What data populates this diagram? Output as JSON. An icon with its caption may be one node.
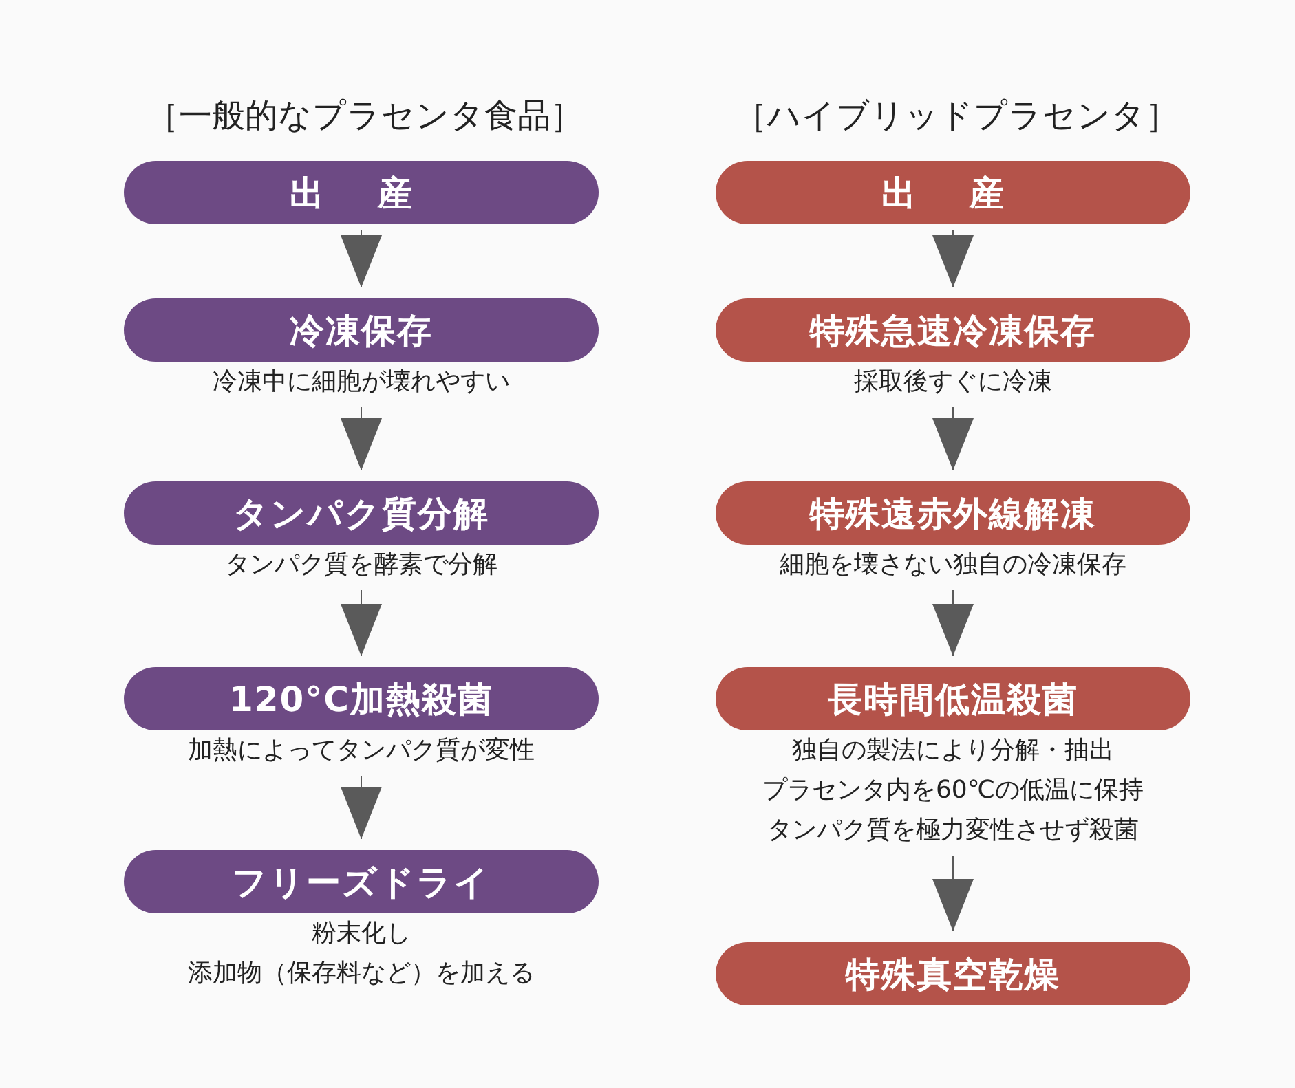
{
  "diagram": {
    "nodes": [
      {
        "text": [
          "出 産"
        ]
      },
      {
        "text": [
          "冷凍保存"
        ],
        "beside": [
          "冷凍中に細胞が壊れやすい"
        ]
      },
      {
        "text": [
          "タンパク質分解"
        ],
        "beside": [
          "タンパク質を酵素で分解"
        ]
      },
      {
        "text": [
          "120°C加熱殺菌"
        ],
        "beside": [
          "加熱によってタンパク質が変性"
        ]
      },
      {
        "text": [
          "フリーズドライ"
        ],
        "beside": [
          "粉末化し",
          "添加物（保存料など）を加える"
        ]
      },
      {
        "text": [
          "出 産"
        ]
      },
      {
        "text": [
          "特殊急速冷凍保存"
        ],
        "beside": [
          "採取後すぐに冷凍"
        ]
      },
      {
        "text": [
          "特殊遠赤外線解凍"
        ],
        "beside": [
          "細胞を壊さない独自の冷凍保存"
        ]
      },
      {
        "text": [
          "長時間低温殺菌"
        ],
        "beside": [
          "独自の製法により分解・抽出",
          "プラセンタ内を60℃の低温に保持",
          "タンパク質を極力変性させず殺菌"
        ]
      },
      {
        "text": [
          "特殊真空乾燥"
        ]
      }
    ],
    "edges": [
      {
        "from": 0,
        "to": 1,
        "arrow": "to"
      },
      {
        "from": 1,
        "to": 2,
        "arrow": "to"
      },
      {
        "from": 2,
        "to": 3,
        "arrow": "to"
      },
      {
        "from": 3,
        "to": 4,
        "arrow": "to"
      },
      {
        "from": 5,
        "to": 6,
        "arrow": "to"
      },
      {
        "from": 6,
        "to": 7,
        "arrow": "to"
      },
      {
        "from": 7,
        "to": 8,
        "arrow": "to"
      },
      {
        "from": 8,
        "to": 9,
        "arrow": "to"
      }
    ],
    "labels": [
      "［一般的なプラセンタ食品］",
      "［ハイブリッドプラセンタ］"
    ]
  }
}
